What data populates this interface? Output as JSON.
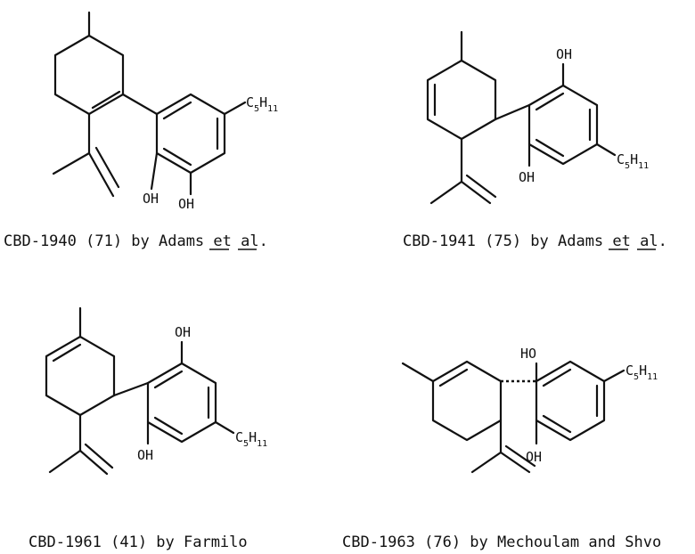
{
  "structures": [
    {
      "caption": {
        "prefix": "CBD-1940 (71) by Adams ",
        "em1": "et",
        "sep": " ",
        "em2": "al",
        "suffix": "."
      },
      "labels": {
        "oh1": "OH",
        "oh2": "OH",
        "chain": "C",
        "chain_sub1": "5",
        "chain_h": "H",
        "chain_sub2": "11"
      }
    },
    {
      "caption": {
        "prefix": "CBD-1941 (75) by Adams ",
        "em1": "et",
        "sep": " ",
        "em2": "al",
        "suffix": "."
      },
      "labels": {
        "oh1": "OH",
        "oh2": "OH",
        "chain": "C",
        "chain_sub1": "5",
        "chain_h": "H",
        "chain_sub2": "11"
      }
    },
    {
      "caption": {
        "prefix": "CBD-1961 (41) by Farmilo"
      },
      "labels": {
        "oh1": "OH",
        "oh2": "OH",
        "chain": "C",
        "chain_sub1": "5",
        "chain_h": "H",
        "chain_sub2": "11"
      }
    },
    {
      "caption": {
        "prefix": "CBD-1963 (76) by Mechoulam and Shvo"
      },
      "labels": {
        "oh1": "HO",
        "oh2": "OH",
        "chain": "C",
        "chain_sub1": "5",
        "chain_h": "H",
        "chain_sub2": "11"
      }
    }
  ]
}
